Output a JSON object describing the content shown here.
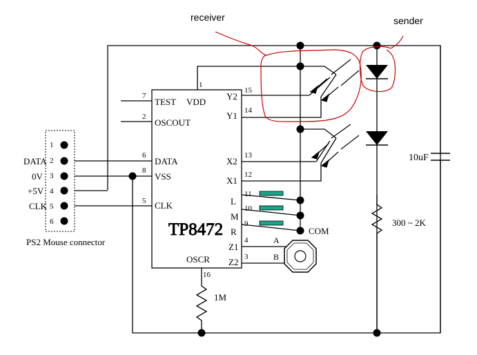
{
  "annotations": {
    "receiver": "receiver",
    "sender": "sender"
  },
  "ic": {
    "name": "TP8472",
    "left_pins": [
      {
        "num": "7",
        "name": "TEST"
      },
      {
        "num": "2",
        "name": "OSCOUT"
      },
      {
        "num": "6",
        "name": "DATA"
      },
      {
        "num": "8",
        "name": "VSS"
      },
      {
        "num": "5",
        "name": "CLK"
      }
    ],
    "top_pin": {
      "num": "1",
      "name": "VDD"
    },
    "right_pins": [
      {
        "num": "15",
        "name": "Y2"
      },
      {
        "num": "14",
        "name": "Y1"
      },
      {
        "num": "13",
        "name": "X2"
      },
      {
        "num": "12",
        "name": "X1"
      },
      {
        "num": "11",
        "name": "L"
      },
      {
        "num": "10",
        "name": "M"
      },
      {
        "num": "9",
        "name": "R"
      },
      {
        "num": "4",
        "name": "Z1"
      },
      {
        "num": "3",
        "name": "Z2"
      }
    ],
    "bottom_pin": {
      "num": "16",
      "name": "OSCR"
    }
  },
  "connector": {
    "title": "PS2 Mouse connector",
    "pins": [
      {
        "num": "1",
        "label": ""
      },
      {
        "num": "2",
        "label": "DATA"
      },
      {
        "num": "3",
        "label": "0V"
      },
      {
        "num": "4",
        "label": "+5V"
      },
      {
        "num": "5",
        "label": "CLK"
      },
      {
        "num": "6",
        "label": ""
      }
    ]
  },
  "components": {
    "capacitor": "10uF",
    "resistor_led": "300 ~ 2K",
    "resistor_osc": "1M",
    "common": "COM",
    "encoder_a": "A",
    "encoder_b": "B"
  },
  "colors": {
    "wire": "#000000",
    "annotation": "#cc0000",
    "button": "#1aa68a"
  }
}
